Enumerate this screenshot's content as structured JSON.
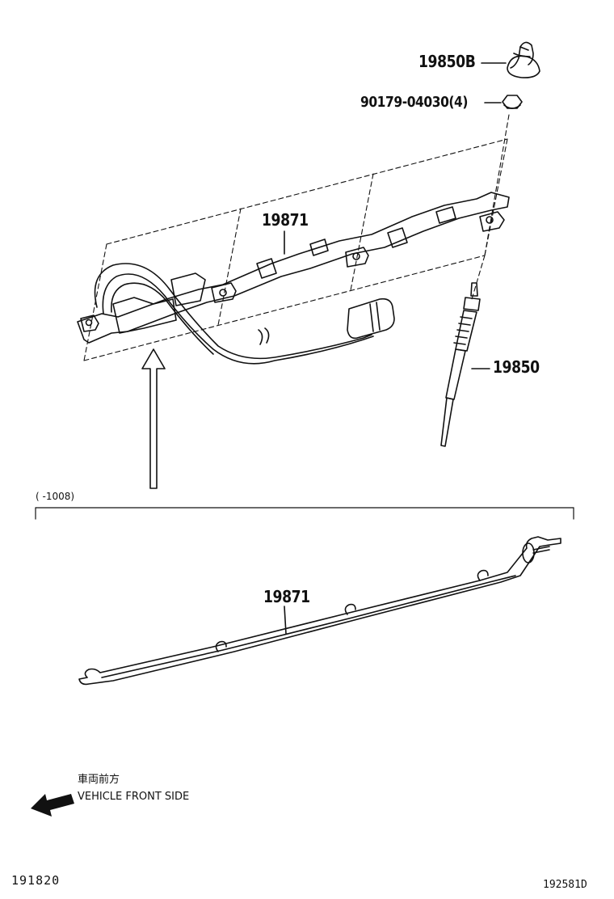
{
  "callouts": {
    "grommet": "19850B",
    "nut": "90179-04030(4)",
    "connector_upper": "19871",
    "glow_plug": "19850",
    "connector_lower": "19871"
  },
  "range_note": "(      -1008)",
  "front_side": {
    "jp": "車両前方",
    "en": "VEHICLE FRONT SIDE"
  },
  "figure_no": "191820",
  "drawing_no": "192581D"
}
